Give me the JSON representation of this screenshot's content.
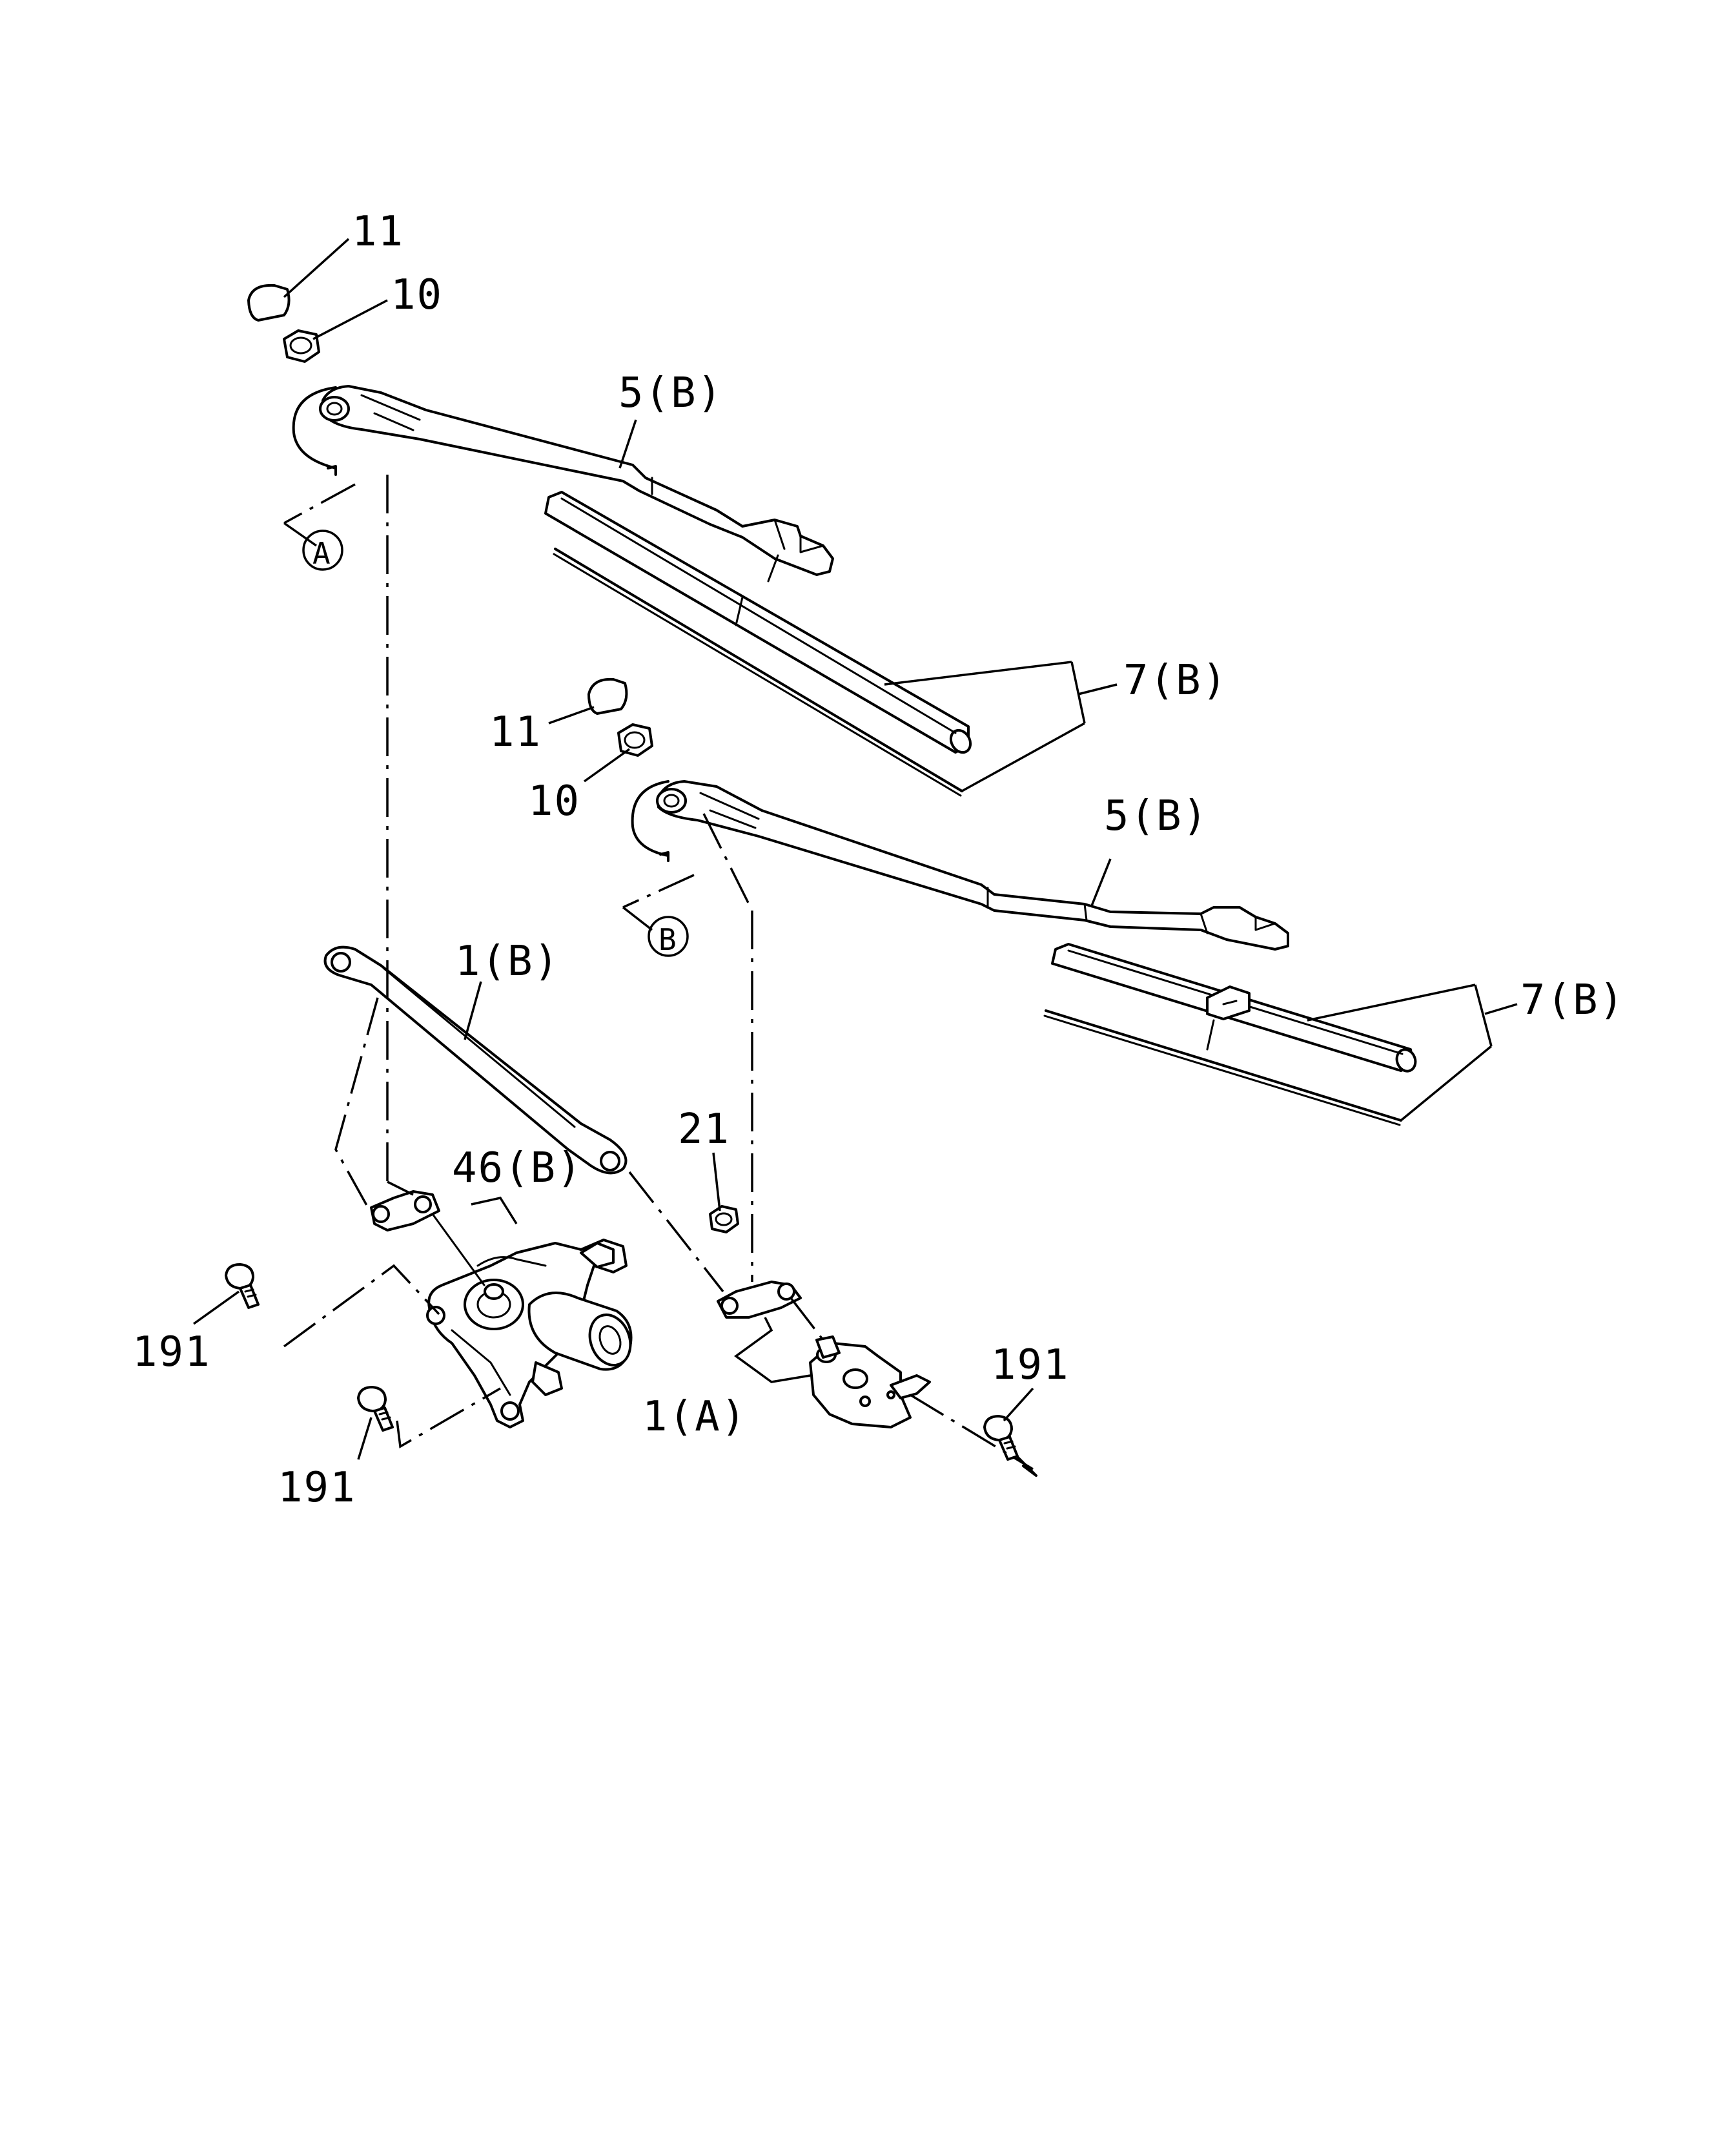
{
  "callouts": {
    "c11_top": "11",
    "c10_top": "10",
    "c5b_top": "5(B)",
    "cA": "A",
    "c7b_top": "7(B)",
    "c11_mid": "11",
    "c10_mid": "10",
    "c5b_mid": "5(B)",
    "cB": "B",
    "c1b": "1(B)",
    "c7b_mid": "7(B)",
    "c21": "21",
    "c46b": "46(B)",
    "c191_left": "191",
    "c191_right": "191",
    "c191_bottom": "191",
    "c1a": "1(A)"
  }
}
